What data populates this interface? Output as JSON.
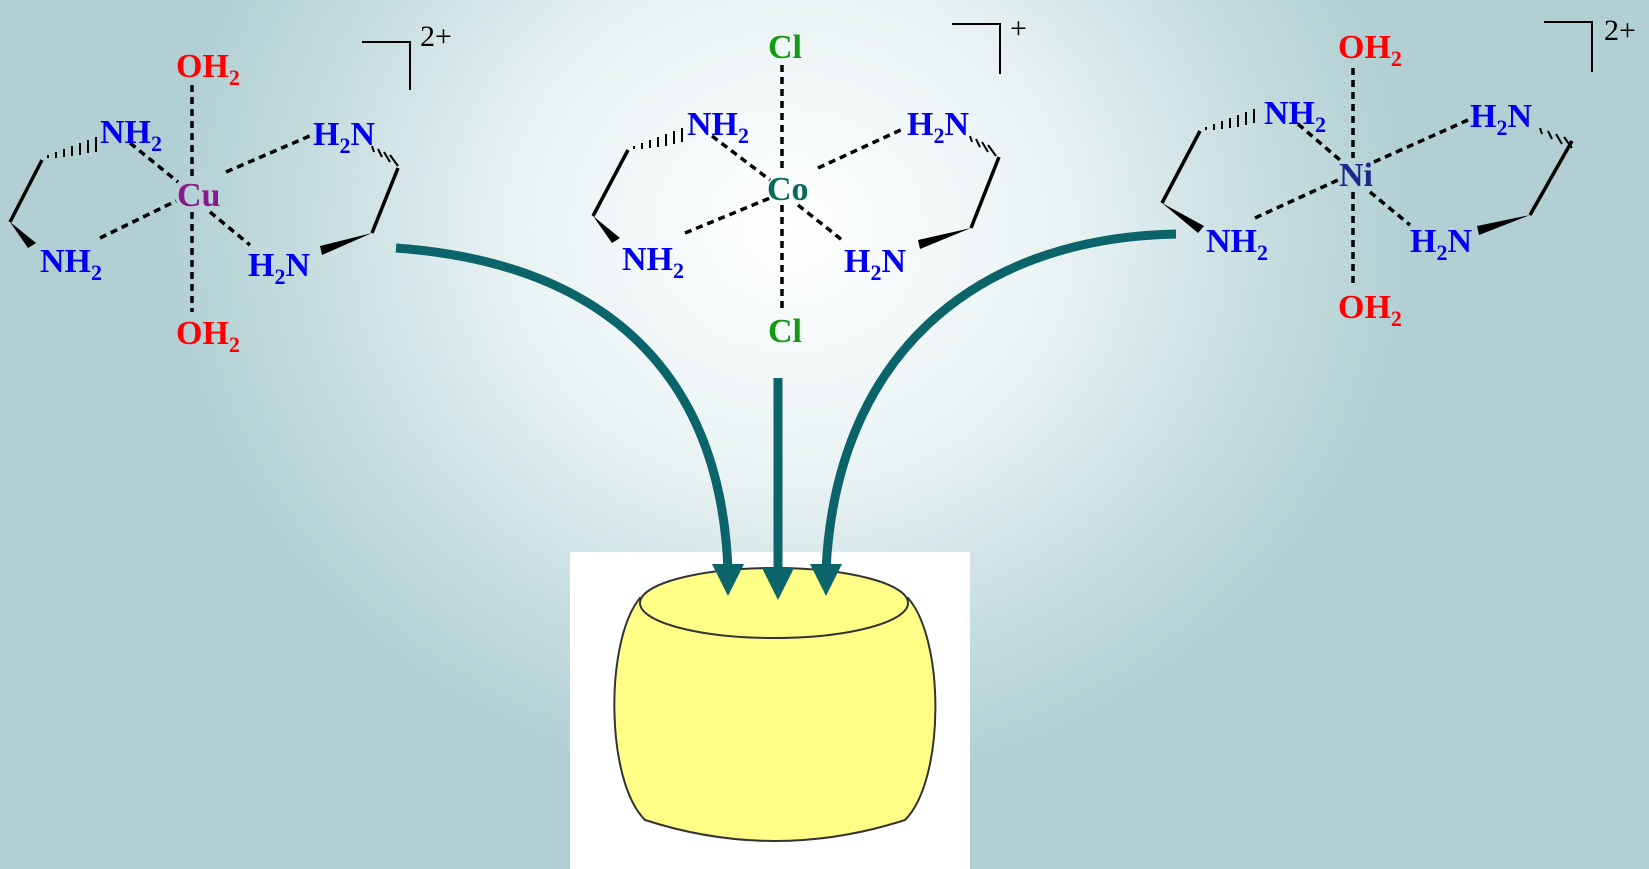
{
  "complexes": {
    "cu": {
      "metal": "Cu",
      "charge": "2+",
      "top_ligand": "OH",
      "top_sub": "2",
      "bottom_ligand": "OH",
      "bottom_sub": "2",
      "n1": "NH",
      "n1_sub": "2",
      "n2": "NH",
      "n2_sub": "2",
      "n3_pre": "H",
      "n3_sub": "2",
      "n3_post": "N",
      "n4_pre": "H",
      "n4_sub": "2",
      "n4_post": "N"
    },
    "co": {
      "metal": "Co",
      "charge": "+",
      "top_ligand": "Cl",
      "bottom_ligand": "Cl",
      "n1": "NH",
      "n1_sub": "2",
      "n2": "NH",
      "n2_sub": "2",
      "n3_pre": "H",
      "n3_sub": "2",
      "n3_post": "N",
      "n4_pre": "H",
      "n4_sub": "2",
      "n4_post": "N"
    },
    "ni": {
      "metal": "Ni",
      "charge": "2+",
      "top_ligand": "OH",
      "top_sub": "2",
      "bottom_ligand": "OH",
      "bottom_sub": "2",
      "n1": "NH",
      "n1_sub": "2",
      "n2": "NH",
      "n2_sub": "2",
      "n3_pre": "H",
      "n3_sub": "2",
      "n3_post": "N",
      "n4_pre": "H",
      "n4_sub": "2",
      "n4_post": "N"
    }
  },
  "colors": {
    "cu_metal": "#8a1a8a",
    "co_metal": "#0b6b5a",
    "ni_metal": "#1a2a8a",
    "water": "#ff0000",
    "chloride": "#139a13",
    "amine": "#0000ee",
    "arrow": "#0b6469",
    "container": "#ffff88"
  }
}
